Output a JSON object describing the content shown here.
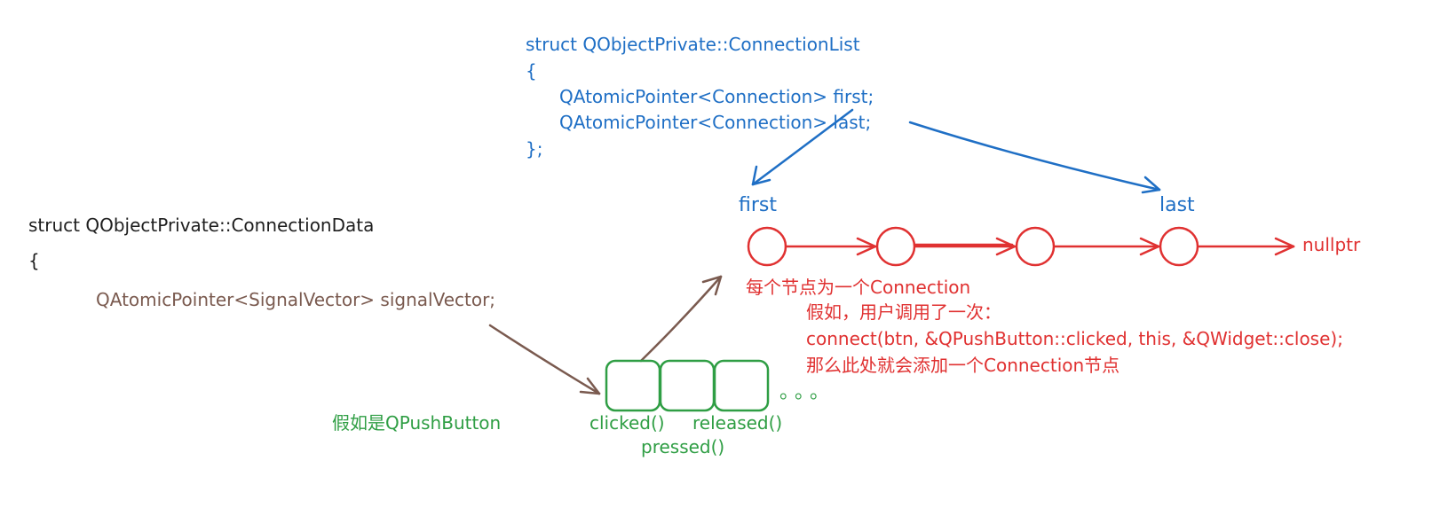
{
  "connection_list": {
    "line1": "struct QObjectPrivate::ConnectionList",
    "line2": "{",
    "line3": "QAtomicPointer<Connection> first;",
    "line4": "QAtomicPointer<Connection> last;",
    "line5": "};"
  },
  "connection_data": {
    "line1": "struct QObjectPrivate::ConnectionData",
    "line2": "{",
    "line3": "QAtomicPointer<SignalVector> signalVector;"
  },
  "list": {
    "first_label": "first",
    "last_label": "last",
    "end_label": "nullptr",
    "node_count": 4
  },
  "notes": {
    "line1": "每个节点为一个Connection",
    "line2": "假如，用户调用了一次：",
    "line3": "connect(btn, &QPushButton::clicked, this, &QWidget::close);",
    "line4": "那么此处就会添加一个Connection节点"
  },
  "signal_vector": {
    "label": "假如是QPushButton",
    "slot1": "clicked()",
    "slot2": "released()",
    "slot3": "pressed()",
    "ellipsis": "。。。"
  },
  "colors": {
    "blue": "#1f6fc5",
    "red": "#e03131",
    "green": "#2f9e44",
    "brown": "#7a5a4f",
    "black": "#1e1e1e"
  }
}
